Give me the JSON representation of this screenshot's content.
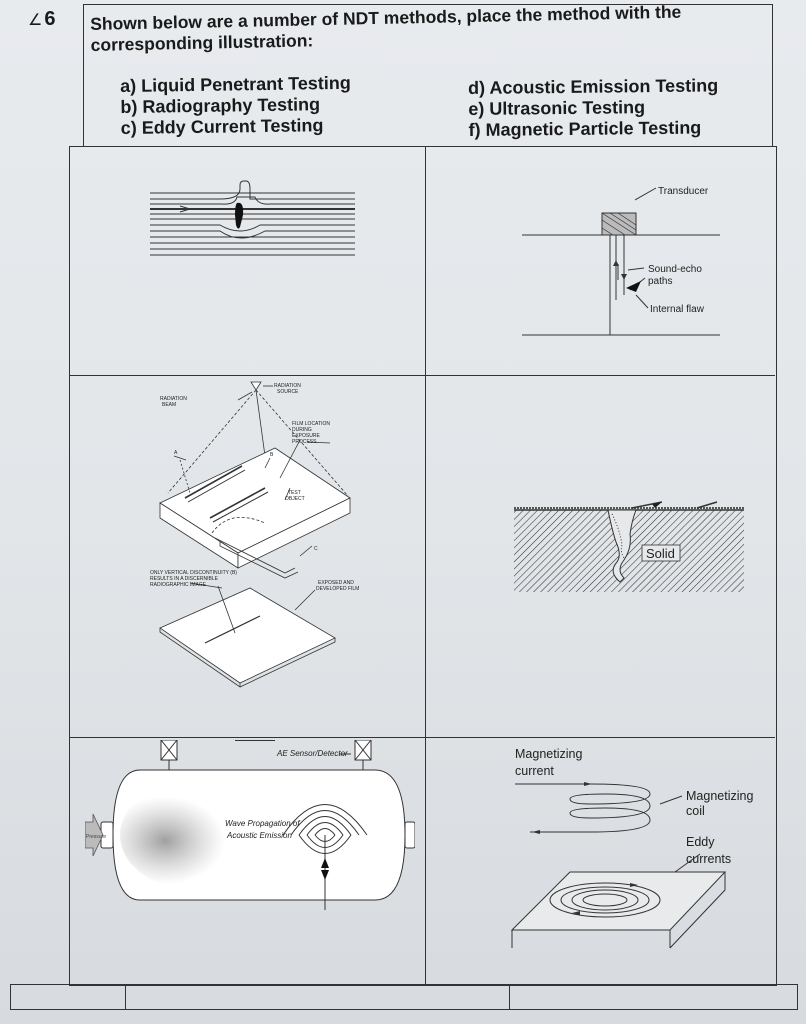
{
  "question": {
    "number": "6",
    "mark": "∠",
    "prompt": "Shown below are a number of NDT methods, place the method with the corresponding illustration:"
  },
  "options": {
    "a": "a) Liquid Penetrant Testing",
    "b": "b) Radiography Testing",
    "c": "c) Eddy Current Testing",
    "d": "d) Acoustic Emission Testing",
    "e": "e) Ultrasonic Testing",
    "f": "f) Magnetic Particle Testing"
  },
  "illustrations": {
    "ultrasonic": {
      "transducer": "Transducer",
      "sound_echo_1": "Sound-echo",
      "sound_echo_2": "paths",
      "internal_flaw": "Internal flaw"
    },
    "radiography": {
      "radiation_source_1": "RADIATION",
      "radiation_source_2": "SOURCE",
      "radiation_beam_1": "RADIATION",
      "radiation_beam_2": "BEAM",
      "film_location_1": "FILM LOCATION",
      "film_location_2": "DURING",
      "film_location_3": "EXPOSURE",
      "film_location_4": "PROCESS",
      "test_object_1": "TEST",
      "test_object_2": "OBJECT",
      "label_a": "A",
      "label_b": "B",
      "label_c": "C",
      "only_vertical_1": "ONLY VERTICAL DISCONTINUITY (B)",
      "only_vertical_2": "RESULTS IN A DISCERNIBLE",
      "only_vertical_3": "RADIOGRAPHIC IMAGE",
      "exposed_film_1": "EXPOSED AND",
      "exposed_film_2": "DEVELOPED FILM"
    },
    "penetrant": {
      "solid": "Solid"
    },
    "acoustic": {
      "sensor": "AE Sensor/Detector",
      "wave_1": "Wave Propagation of",
      "wave_2": "Acoustic Emission",
      "pressure": "Pressure"
    },
    "eddy": {
      "magnetizing_current_1": "Magnetizing",
      "magnetizing_current_2": "current",
      "magnetizing_coil_1": "Magnetizing",
      "magnetizing_coil_2": "coil",
      "eddy_currents_1": "Eddy",
      "eddy_currents_2": "currents"
    }
  }
}
